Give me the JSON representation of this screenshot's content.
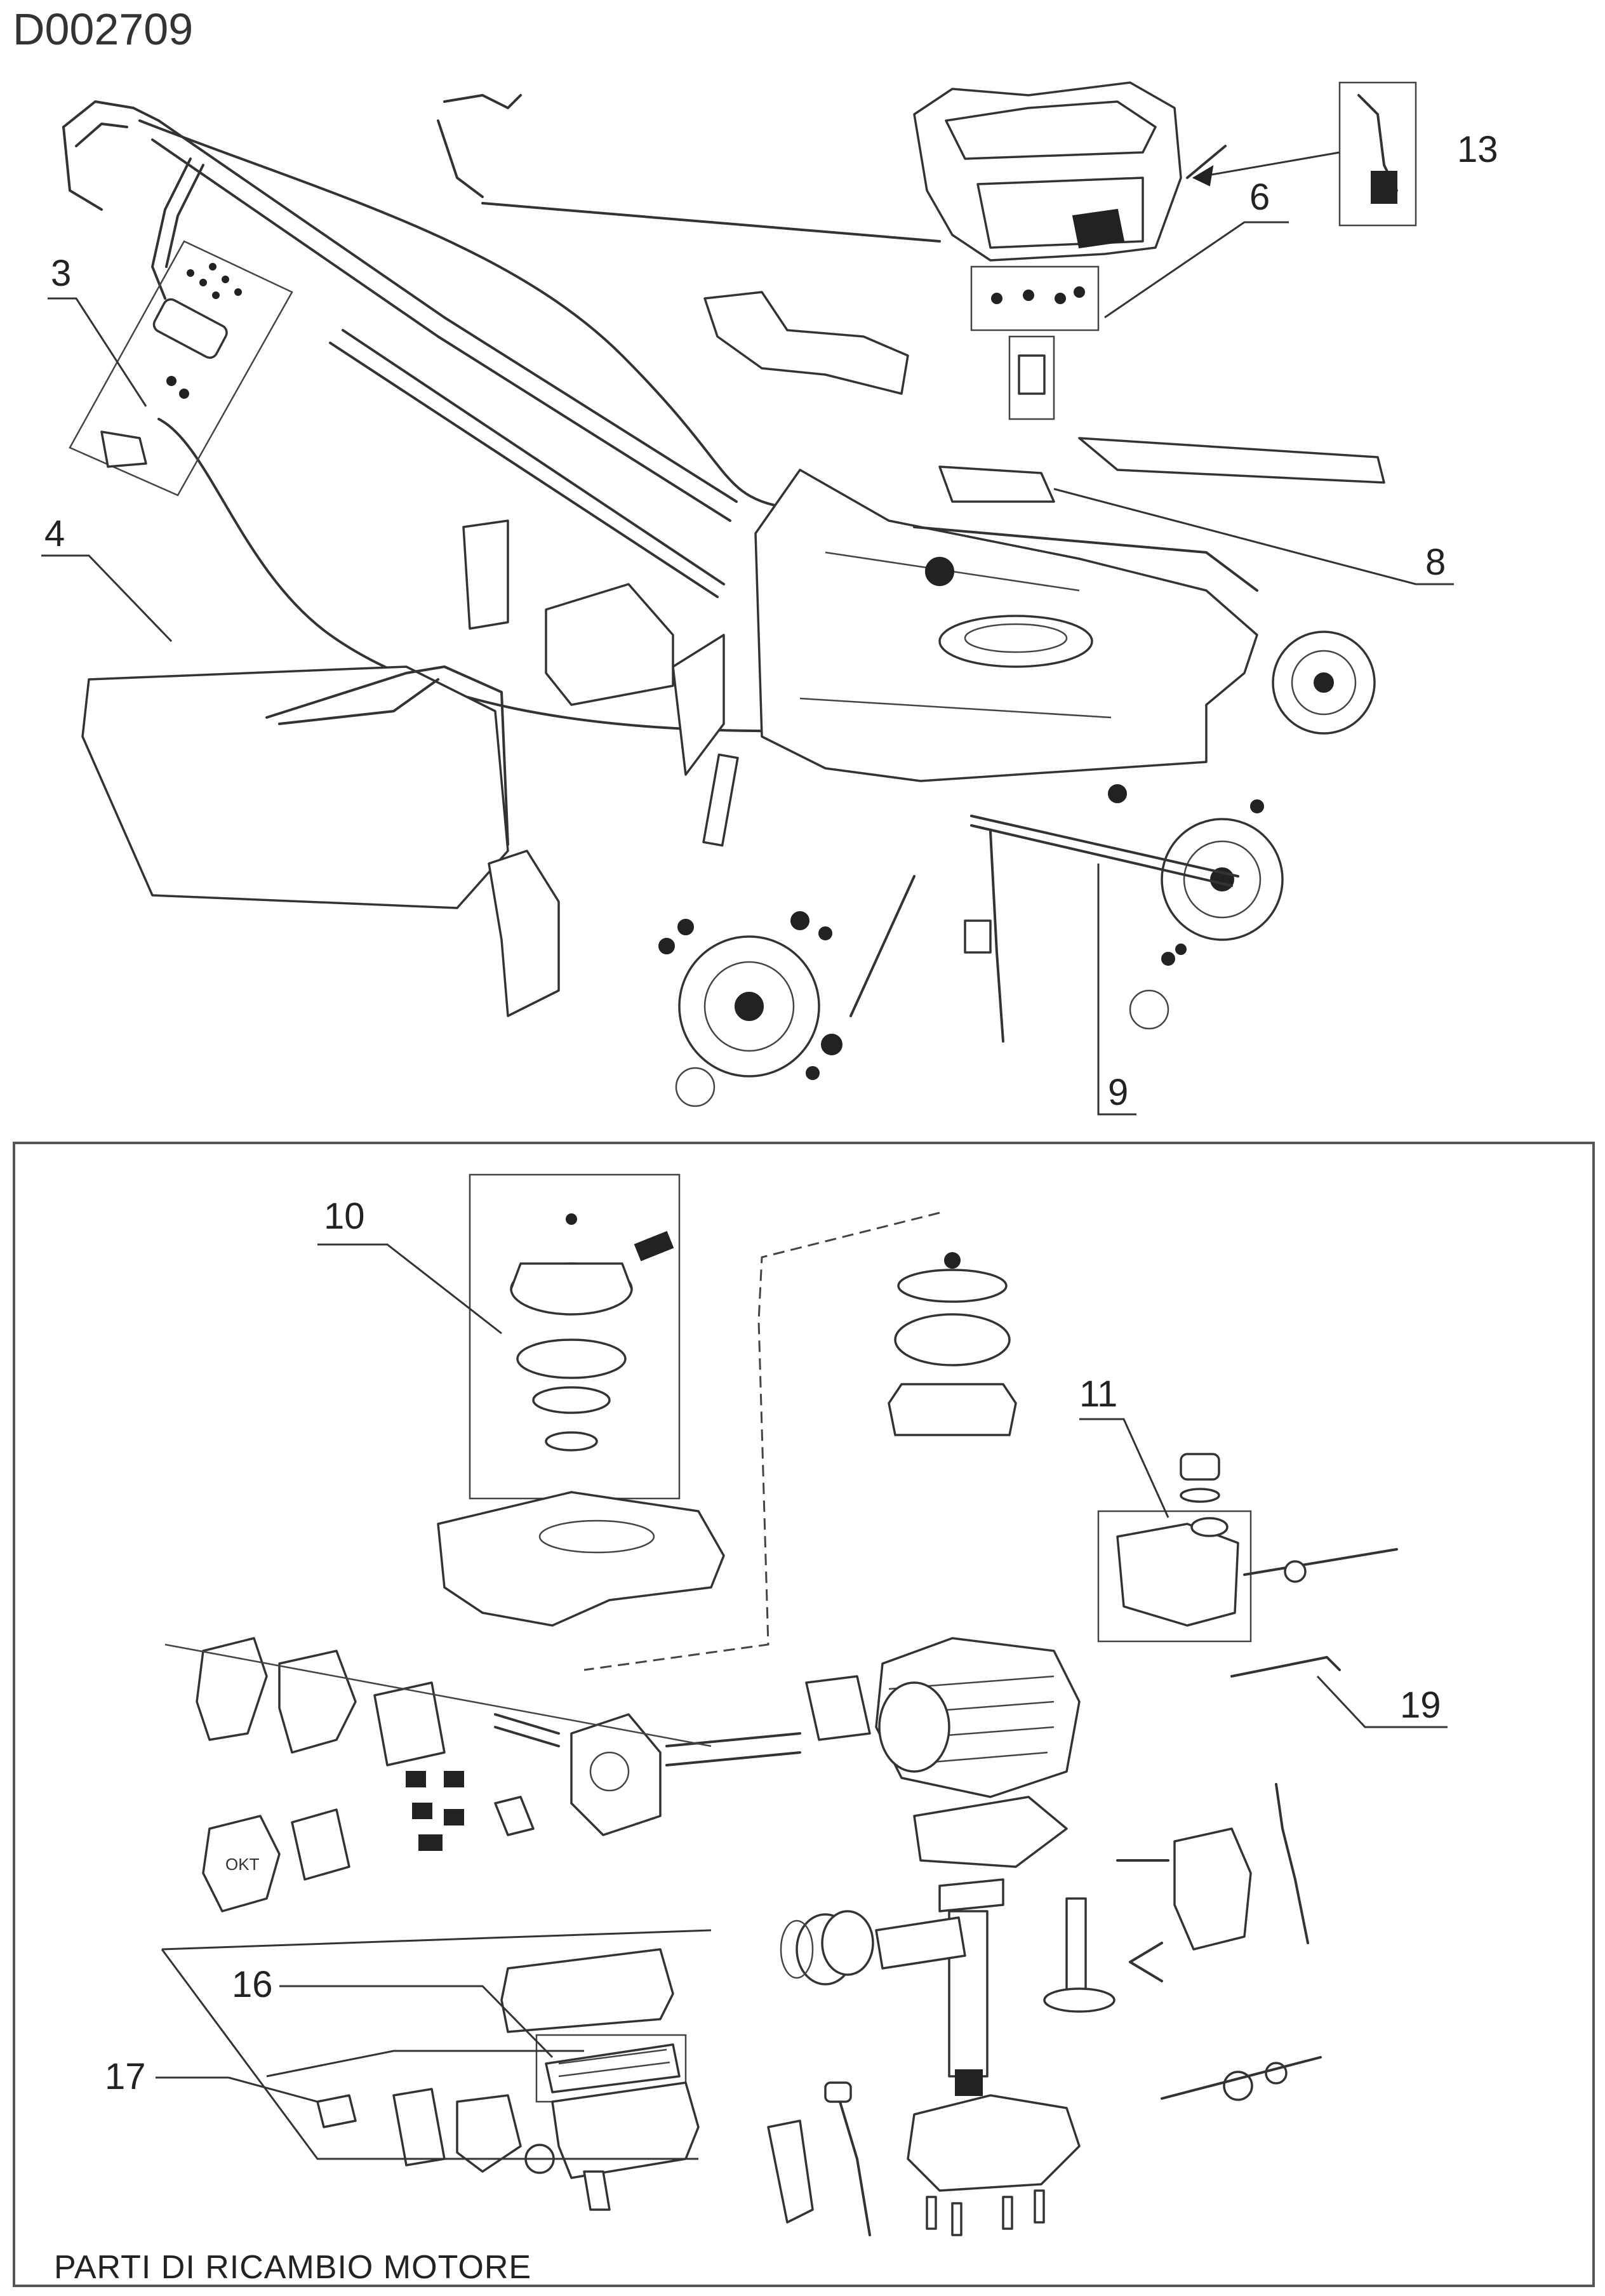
{
  "drawing_code": "D002709",
  "caption": "PARTI DI RICAMBIO MOTORE",
  "callouts": {
    "c3": "3",
    "c4": "4",
    "c6": "6",
    "c8": "8",
    "c9": "9",
    "c10": "10",
    "c11": "11",
    "c13": "13",
    "c16": "16",
    "c17": "17",
    "c19": "19"
  },
  "engine_cap_label": "OKT"
}
